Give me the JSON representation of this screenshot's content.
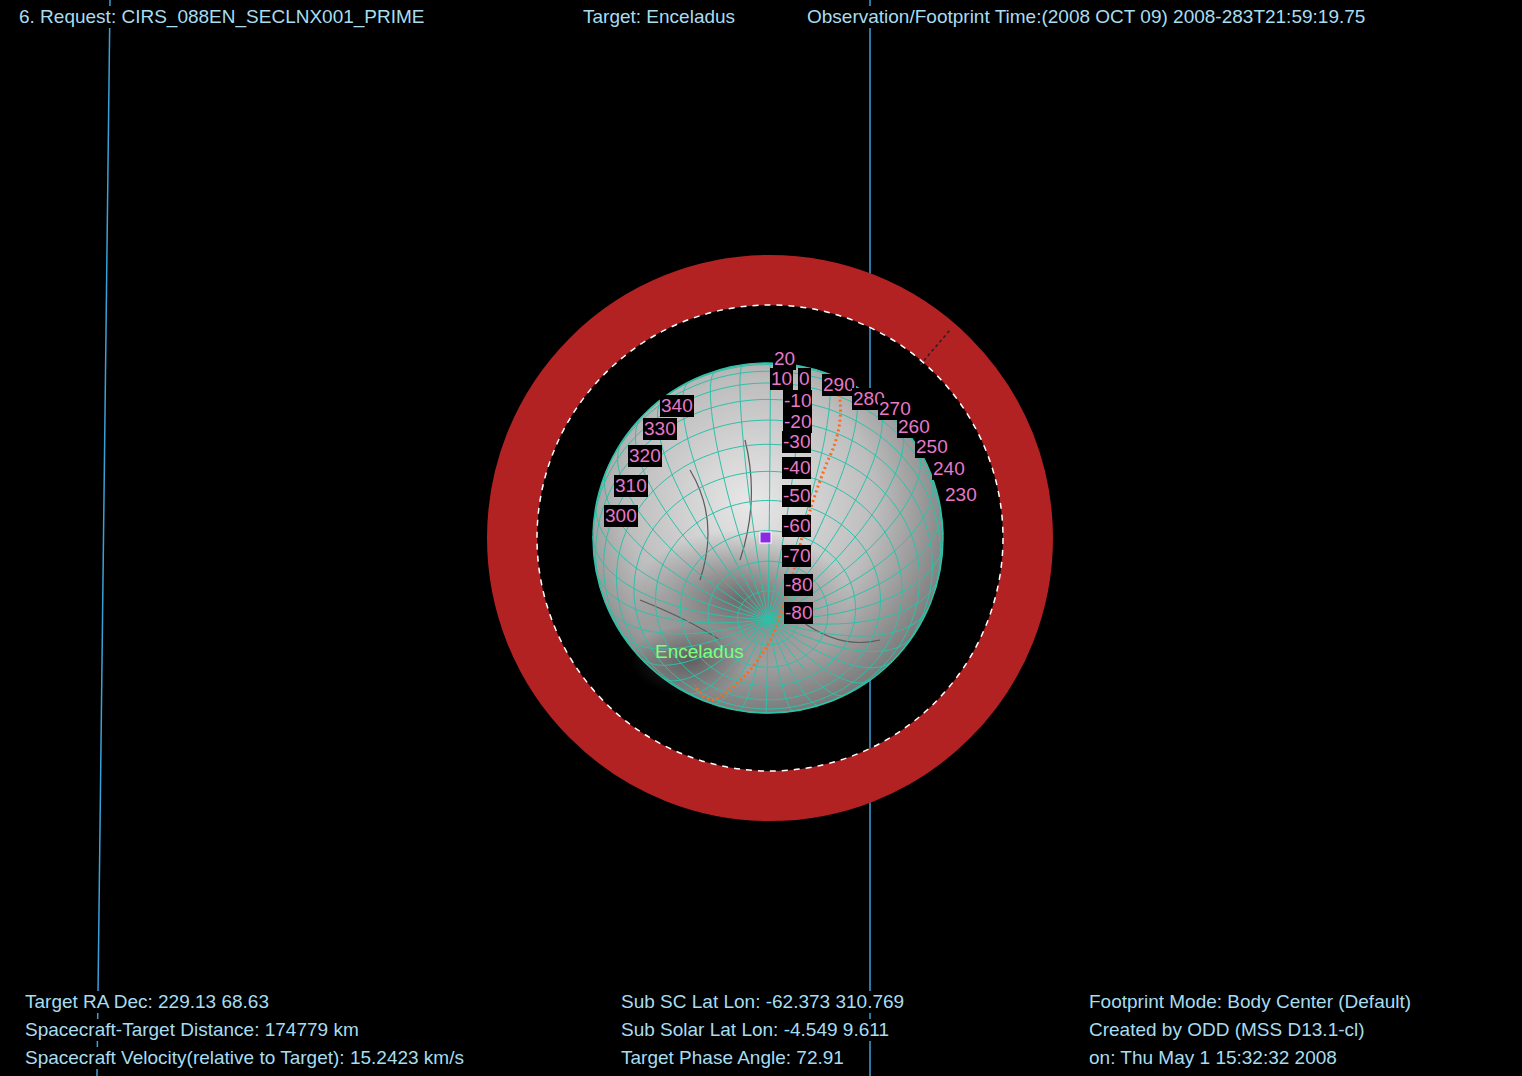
{
  "diagram": {
    "labels": [
      "6. Request: CIRS_088EN_SECLNX001_PRIME",
      "Target: Enceladus",
      "Observation/Footprint Time:(2008 OCT 09) 2008-283T21:59:19.75",
      "Target RA Dec: 229.13  68.63",
      "Spacecraft-Target Distance:  174779 km",
      "Spacecraft Velocity(relative to Target): 15.2423 km/s",
      "Sub SC Lat Lon: -62.373  310.769",
      "Sub Solar Lat Lon: -4.549  9.611",
      "Target Phase Angle: 72.91",
      "Footprint Mode: Body Center (Default)",
      "Created by ODD (MSS D13.1-cl)",
      "on: Thu May  1 15:32:32 2008",
      "Enceladus",
      "20",
      "10",
      "0",
      "-10",
      "-20",
      "-30",
      "-40",
      "-50",
      "-60",
      "-70",
      "-80",
      "-80",
      "290",
      "280",
      "270",
      "260",
      "250",
      "240",
      "230",
      "340",
      "330",
      "320",
      "310",
      "300"
    ]
  }
}
